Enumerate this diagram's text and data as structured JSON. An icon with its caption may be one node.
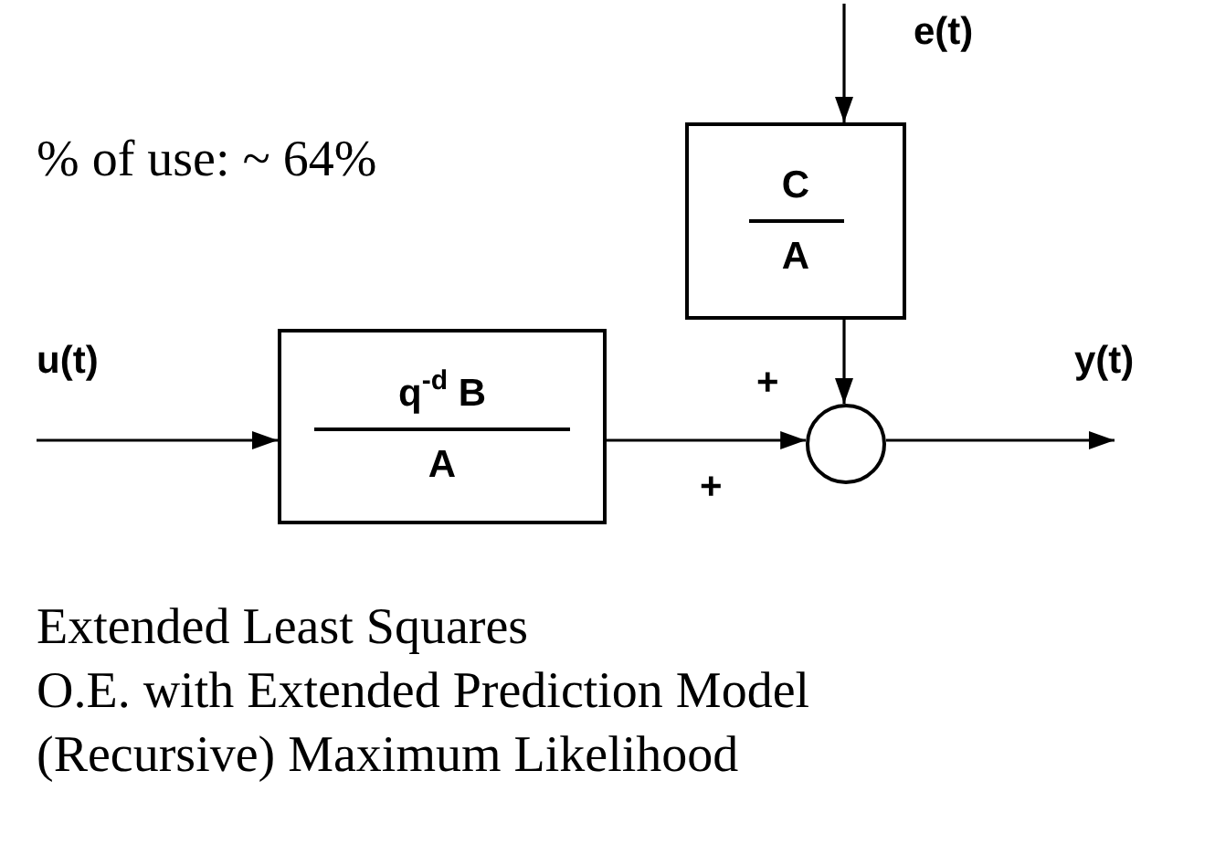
{
  "diagram": {
    "nodes": [
      {
        "text": [
          "C",
          "A"
        ]
      },
      {
        "text": [
          "q$^{-d}$ B",
          "A"
        ]
      },
      {
        "text": [],
        "shape": "circle"
      }
    ],
    "edges": [
      {
        "from": null,
        "to": 0,
        "arrow": "to"
      },
      {
        "from": null,
        "to": 1,
        "arrow": "to"
      },
      {
        "from": 1,
        "to": 2,
        "arrow": "to"
      },
      {
        "from": 0,
        "to": 2,
        "arrow": "to"
      },
      {
        "from": 2,
        "to": null,
        "arrow": "to"
      }
    ],
    "labels": [
      "e(t)",
      "% of use: ~ 64%",
      "u(t)",
      "+",
      "y(t)",
      "+",
      "Extended Least Squares",
      "O.E. with Extended Prediction Model",
      "(Recursive) Maximum Likelihood"
    ]
  }
}
